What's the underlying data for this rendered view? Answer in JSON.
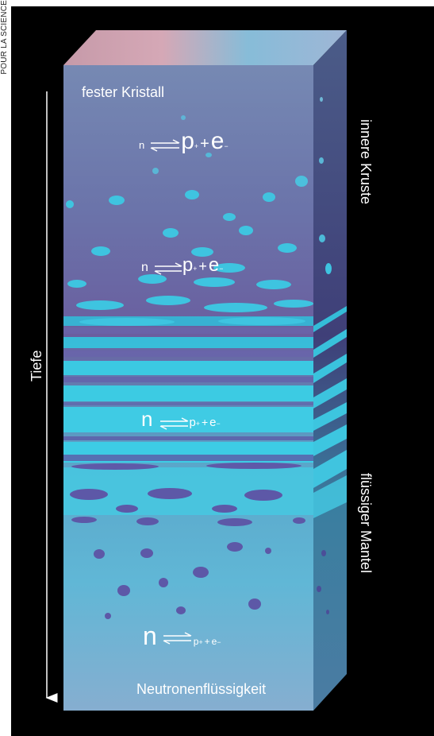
{
  "credit": "POUR LA SCIENCE",
  "labels": {
    "top": "fester Kristall",
    "bottom": "Neutronenflüssigkeit",
    "inner_crust": "innere Kruste",
    "liquid_mantle": "flüssiger Mantel",
    "depth": "Tiefe"
  },
  "equations": [
    {
      "n": "n",
      "p": "p",
      "p_charge": "+",
      "plus": "+",
      "e": "e",
      "e_charge": "−"
    },
    {
      "n": "n",
      "p": "p",
      "p_charge": "+",
      "plus": "+",
      "e": "e",
      "e_charge": "−"
    },
    {
      "n": "n",
      "p": "p",
      "p_charge": "+",
      "plus": "+",
      "e": "e",
      "e_charge": "−"
    },
    {
      "n": "n",
      "p": "p",
      "p_charge": "+",
      "plus": "+",
      "e": "e",
      "e_charge": "−"
    }
  ],
  "colors": {
    "background": "#000000",
    "front_top": "#6f86b2",
    "front_mid": "#6a5e9e",
    "front_bottom": "#7aaed0",
    "side_face": "#3d4a78",
    "top_face_left": "#c89aaa",
    "top_face_right": "#7eb6d6",
    "nucleus_cyan": "#22c7e0",
    "nucleus_purple": "#5a58a8"
  }
}
